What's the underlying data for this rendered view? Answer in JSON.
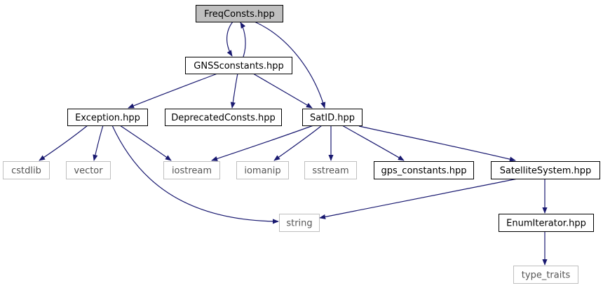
{
  "graph": {
    "edge_color": "#191970",
    "nodes": [
      {
        "id": "freqconsts",
        "label": "FreqConsts.hpp",
        "style": "highlighted",
        "border": "#000000",
        "fill": "#bfbfbf",
        "text_color": "#000000"
      },
      {
        "id": "gnssconstants",
        "label": "GNSSconstants.hpp",
        "style": "normal",
        "border": "#000000",
        "fill": "#ffffff",
        "text_color": "#000000"
      },
      {
        "id": "exception",
        "label": "Exception.hpp",
        "style": "normal",
        "border": "#000000",
        "fill": "#ffffff",
        "text_color": "#000000"
      },
      {
        "id": "deprecatedconsts",
        "label": "DeprecatedConsts.hpp",
        "style": "normal",
        "border": "#000000",
        "fill": "#ffffff",
        "text_color": "#000000"
      },
      {
        "id": "satid",
        "label": "SatID.hpp",
        "style": "normal",
        "border": "#000000",
        "fill": "#ffffff",
        "text_color": "#000000"
      },
      {
        "id": "cstdlib",
        "label": "cstdlib",
        "style": "external",
        "border": "#bfbfbf",
        "fill": "#ffffff",
        "text_color": "#555555"
      },
      {
        "id": "vector",
        "label": "vector",
        "style": "external",
        "border": "#bfbfbf",
        "fill": "#ffffff",
        "text_color": "#555555"
      },
      {
        "id": "iostream",
        "label": "iostream",
        "style": "external",
        "border": "#bfbfbf",
        "fill": "#ffffff",
        "text_color": "#555555"
      },
      {
        "id": "iomanip",
        "label": "iomanip",
        "style": "external",
        "border": "#bfbfbf",
        "fill": "#ffffff",
        "text_color": "#555555"
      },
      {
        "id": "sstream",
        "label": "sstream",
        "style": "external",
        "border": "#bfbfbf",
        "fill": "#ffffff",
        "text_color": "#555555"
      },
      {
        "id": "gps_constants",
        "label": "gps_constants.hpp",
        "style": "normal",
        "border": "#000000",
        "fill": "#ffffff",
        "text_color": "#000000"
      },
      {
        "id": "satellitesystem",
        "label": "SatelliteSystem.hpp",
        "style": "normal",
        "border": "#000000",
        "fill": "#ffffff",
        "text_color": "#000000"
      },
      {
        "id": "string",
        "label": "string",
        "style": "external",
        "border": "#bfbfbf",
        "fill": "#ffffff",
        "text_color": "#555555"
      },
      {
        "id": "enumiterator",
        "label": "EnumIterator.hpp",
        "style": "normal",
        "border": "#000000",
        "fill": "#ffffff",
        "text_color": "#000000"
      },
      {
        "id": "type_traits",
        "label": "type_traits",
        "style": "external",
        "border": "#bfbfbf",
        "fill": "#ffffff",
        "text_color": "#555555"
      }
    ],
    "edges": [
      {
        "from": "freqconsts",
        "to": "gnssconstants"
      },
      {
        "from": "gnssconstants",
        "to": "freqconsts"
      },
      {
        "from": "freqconsts",
        "to": "satid"
      },
      {
        "from": "gnssconstants",
        "to": "exception"
      },
      {
        "from": "gnssconstants",
        "to": "deprecatedconsts"
      },
      {
        "from": "gnssconstants",
        "to": "satid"
      },
      {
        "from": "exception",
        "to": "cstdlib"
      },
      {
        "from": "exception",
        "to": "vector"
      },
      {
        "from": "exception",
        "to": "iostream"
      },
      {
        "from": "exception",
        "to": "string"
      },
      {
        "from": "satid",
        "to": "iostream"
      },
      {
        "from": "satid",
        "to": "iomanip"
      },
      {
        "from": "satid",
        "to": "sstream"
      },
      {
        "from": "satid",
        "to": "gps_constants"
      },
      {
        "from": "satid",
        "to": "satellitesystem"
      },
      {
        "from": "satellitesystem",
        "to": "string"
      },
      {
        "from": "satellitesystem",
        "to": "enumiterator"
      },
      {
        "from": "enumiterator",
        "to": "type_traits"
      }
    ]
  }
}
